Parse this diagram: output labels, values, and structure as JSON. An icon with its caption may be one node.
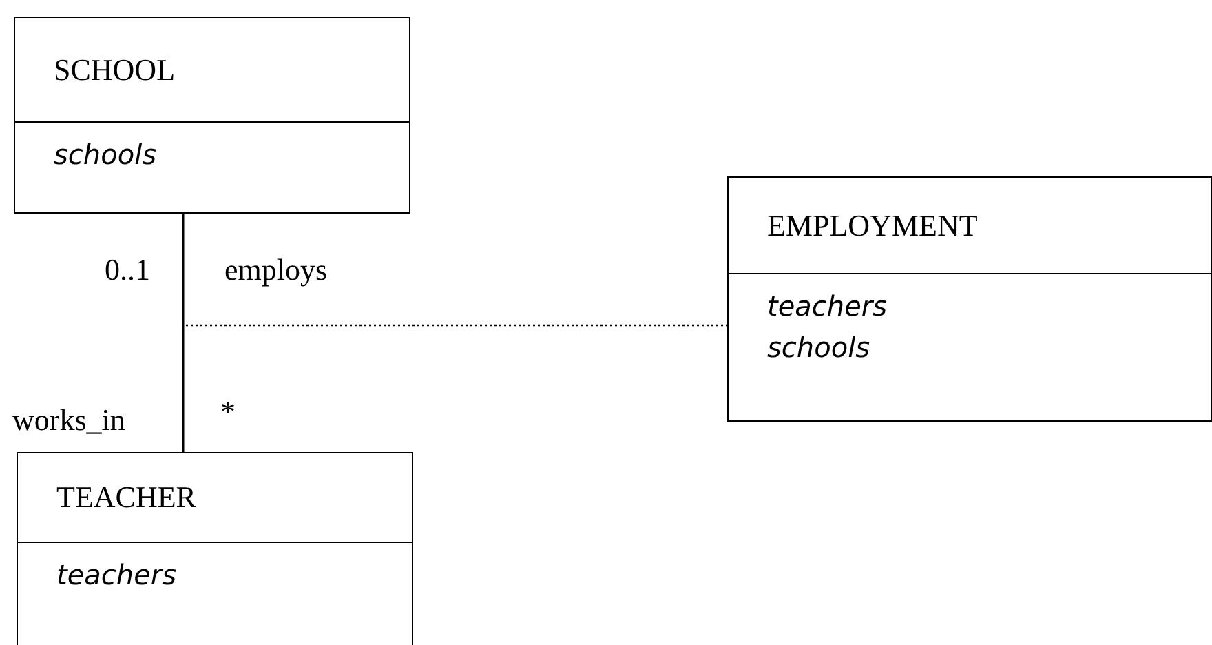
{
  "diagram": {
    "nodes": [
      {
        "text": [
          "SCHOOL",
          "schools"
        ]
      },
      {
        "text": [
          "TEACHER",
          "teachers"
        ]
      },
      {
        "text": [
          "EMPLOYMENT",
          "teachers",
          "schools"
        ]
      }
    ],
    "edges": [
      {
        "from": 0,
        "to": 1,
        "arrow": "none",
        "label": "employs"
      },
      {
        "from": null,
        "to": 2,
        "arrow": "none",
        "style": "dashed"
      }
    ],
    "labels": [
      "0..1",
      "*",
      "works_in"
    ]
  }
}
